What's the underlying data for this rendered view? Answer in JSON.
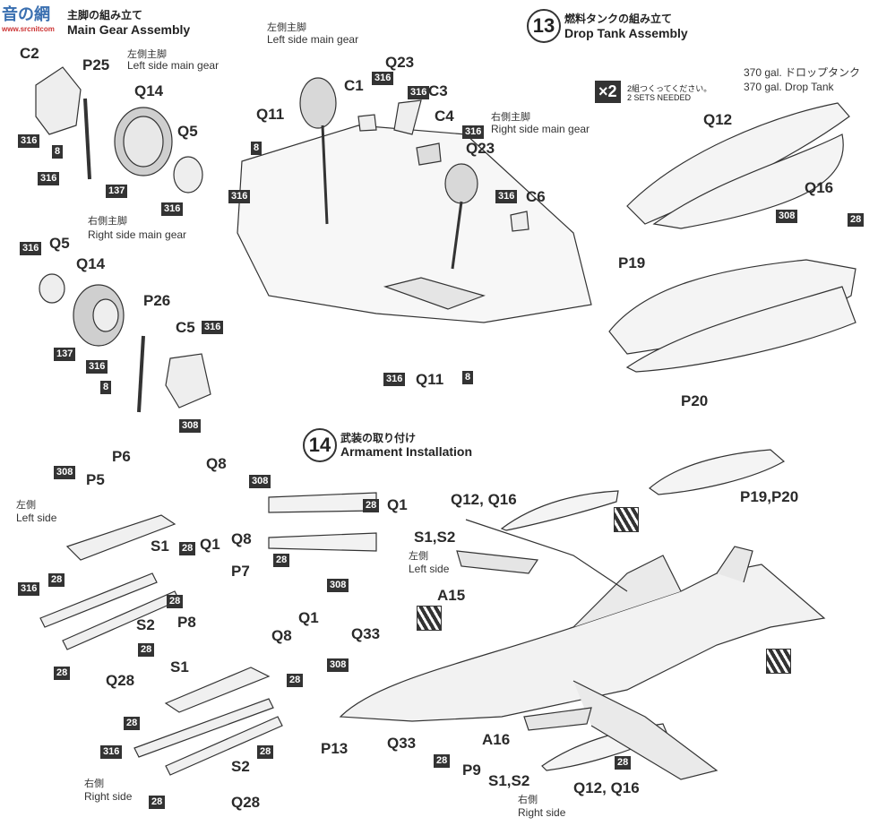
{
  "logo": {
    "main": "音の網",
    "sub": "www.srcnitcom"
  },
  "step12": {
    "title_jp": "主脚の組み立て",
    "title_en": "Main Gear Assembly"
  },
  "step13": {
    "number": "13",
    "title_jp": "燃料タンクの組み立て",
    "title_en": "Drop Tank Assembly",
    "x2_label": "×2",
    "x2_jp": "2組つくってください。",
    "x2_en": "2 SETS NEEDED",
    "tank_jp": "370 gal. ドロップタンク",
    "tank_en": "370 gal. Drop Tank"
  },
  "step14": {
    "number": "14",
    "title_jp": "武装の取り付け",
    "title_en": "Armament Installation"
  },
  "labels": {
    "left_main_jp": "左側主脚",
    "left_main_en": "Left side main gear",
    "right_main_jp": "右側主脚",
    "right_main_en": "Right side main gear",
    "left_jp": "左側",
    "left_en": "Left side",
    "right_jp": "右側",
    "right_en": "Right side"
  },
  "parts": {
    "C2": "C2",
    "P25": "P25",
    "Q14": "Q14",
    "Q5": "Q5",
    "C1": "C1",
    "C3": "C3",
    "C4": "C4",
    "Q23": "Q23",
    "Q11": "Q11",
    "C6": "C6",
    "P26": "P26",
    "C5": "C5",
    "Q12": "Q12",
    "Q16": "Q16",
    "P19": "P19",
    "P20": "P20",
    "P6": "P6",
    "P5": "P5",
    "Q8": "Q8",
    "Q1": "Q1",
    "S1": "S1",
    "S2": "S2",
    "Q28": "Q28",
    "P7": "P7",
    "P8": "P8",
    "Q12Q16": "Q12, Q16",
    "P19P20": "P19,P20",
    "S1S2": "S1,S2",
    "A15": "A15",
    "Q33": "Q33",
    "P13": "P13",
    "A16": "A16",
    "P9": "P9"
  },
  "colors": {
    "316": "316",
    "137": "137",
    "8": "8",
    "308": "308",
    "28": "28"
  }
}
